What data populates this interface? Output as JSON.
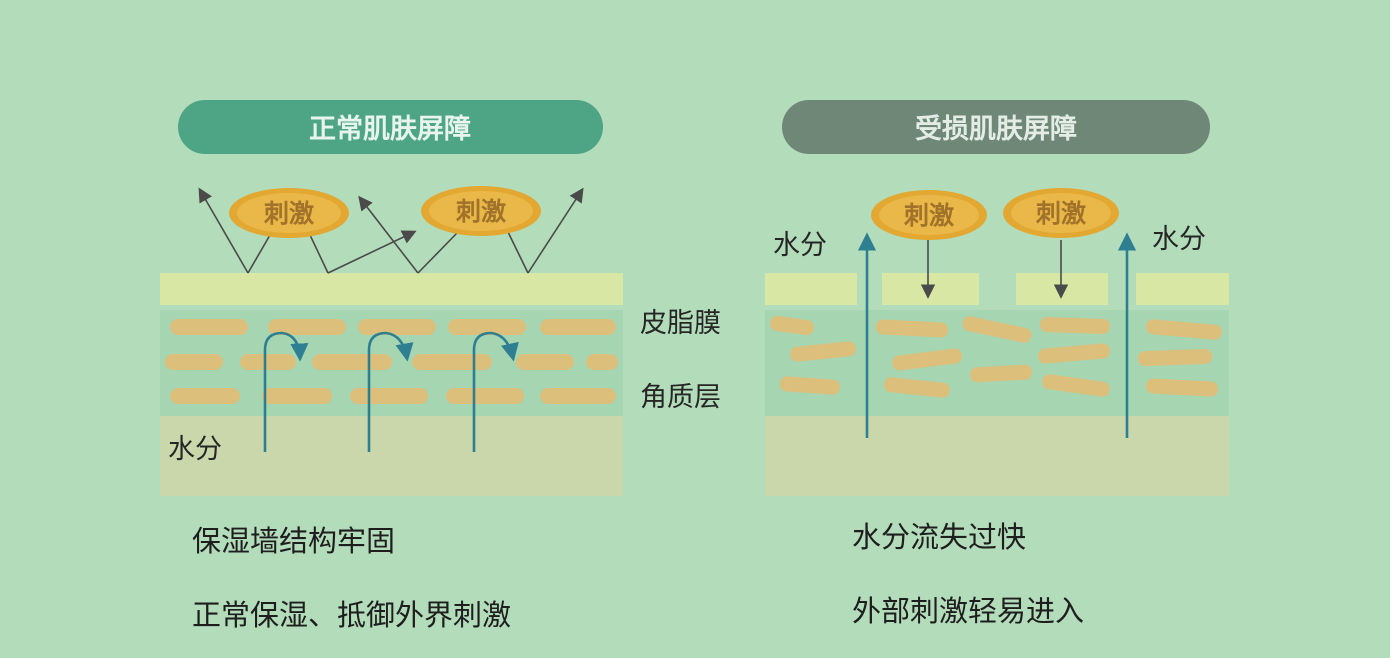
{
  "colors": {
    "background": "#b3dcbb",
    "pill_normal": "#4ea585",
    "pill_normal_text": "#e7f5ee",
    "pill_damaged": "#6e8777",
    "pill_damaged_text": "#e4ece6",
    "sebum": "#d8e8a4",
    "stratum": "#a5d5b1",
    "cell": "#ddbf7c",
    "dermis": "#c9d7ab",
    "stimulus": "#e2a832",
    "moisture_arrow": "#2e7f92"
  },
  "normal": {
    "title": "正常肌肤屏障",
    "stimulus_1": "刺激",
    "stimulus_2": "刺激",
    "moisture": "水分",
    "caption_1": "保湿墙结构牢固",
    "caption_2": "正常保湿、抵御外界刺激"
  },
  "damaged": {
    "title": "受损肌肤屏障",
    "stimulus_1": "刺激",
    "stimulus_2": "刺激",
    "moisture_left": "水分",
    "moisture_right": "水分",
    "caption_1": "水分流失过快",
    "caption_2": "外部刺激轻易进入"
  },
  "layers": {
    "sebum_label": "皮脂膜",
    "stratum_label": "角质层"
  }
}
